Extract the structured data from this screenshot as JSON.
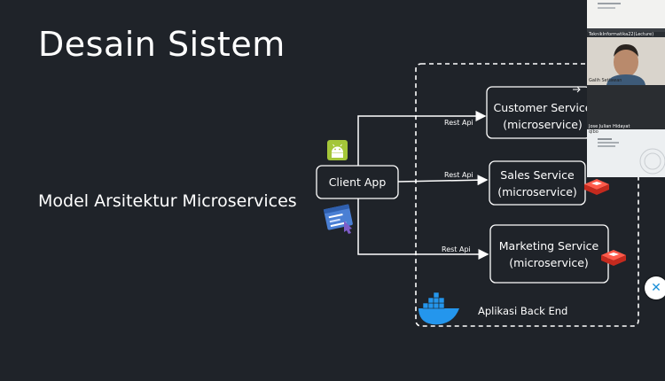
{
  "slide": {
    "title": "Desain Sistem",
    "subtitle": "Model Arsitektur Microservices"
  },
  "diagram": {
    "client": {
      "label": "Client App"
    },
    "services": [
      {
        "line1": "Customer Service",
        "line2": "(microservice)",
        "arrow_label": "Rest Api"
      },
      {
        "line1": "Sales Service",
        "line2": "(microservice)",
        "arrow_label": "Rest Api"
      },
      {
        "line1": "Marketing Service",
        "line2": "(microservice)",
        "arrow_label": "Rest Api"
      }
    ],
    "backend_label": "Aplikasi Back End"
  },
  "participants": {
    "top_banner": "TeknikInformatika22(Lecture)",
    "person_name": "Galih Setiawan",
    "dark_name": "Jose Julian Hidayat",
    "doc_name": "qlbo"
  },
  "colors": {
    "background": "#1f2329",
    "android": "#a4c639",
    "redis": "#d82c20",
    "docker": "#2496ed"
  },
  "icons": {
    "android": "android-icon",
    "client_browser": "browser-code-icon",
    "redis": "redis-icon",
    "docker": "docker-whale-icon",
    "side_button": "close-x-icon"
  }
}
